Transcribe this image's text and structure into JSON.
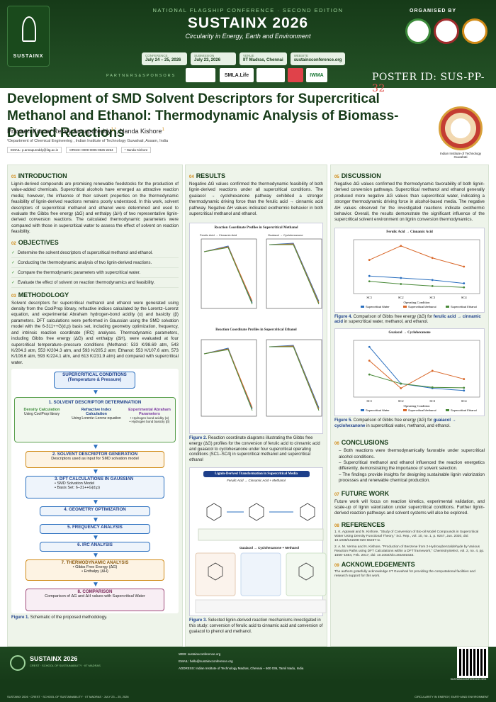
{
  "header": {
    "conference": "NATIONAL FLAGSHIP CONFERENCE · SECOND EDITION",
    "title": "SUSTAINX 2026",
    "subtitle": "Circularity in Energy, Earth and Environment",
    "logo_text": "SUSTAINX",
    "organised_by": "ORGANISED BY",
    "chips": [
      {
        "label": "CONFERENCE",
        "value": "July 24 – 25, 2026"
      },
      {
        "label": "SUBMISSION",
        "value": "July 23, 2026"
      },
      {
        "label": "VENUE",
        "value": "IIT Madras, Chennai"
      },
      {
        "label": "WEBSITE",
        "value": "sustainxconference.org"
      }
    ],
    "partners_label": "PARTNERS&SPONSORS",
    "partner_logos": [
      "SMLA.Life",
      "IWMA"
    ],
    "poster_id_label": "POSTER ID: SUS-PP-",
    "poster_id_num": "32"
  },
  "paper": {
    "title": "Development of SMD Solvent Descriptors for Supercritical Methanol and Ethanol: Thermodynamic Analysis of Biomass-Derived Reactions",
    "author1": "Praveen Kumar Reddy Annapureddy",
    "author1_sup": "1,*",
    "author_sep": ", ",
    "author2": "Nanda Kishore",
    "author2_sup": "1",
    "affiliation": "¹Department of Chemical Engineering , Indian Institute of Technology Guwahati, Assam, India",
    "email": "EMAIL: p.annapureddy@iitg.ac.in",
    "orcid": "ORCID: 0009-0005-0825-2264",
    "corr": "* Nanda Kishore",
    "inst": "Indian Institute of Technology Guwahati"
  },
  "intro": {
    "num": "01",
    "heading": "INTRODUCTION",
    "text": "Lignin-derived compounds are promising renewable feedstocks for the production of value-added chemicals. Supercritical alcohols have emerged as attractive reaction media; however, the influence of their solvent properties on the thermodynamic feasibility of lignin-derived reactions remains poorly understood. In this work, solvent descriptors of supercritical methanol and ethanol were determined and used to evaluate the Gibbs free energy (ΔG) and enthalpy (ΔH) of two representative lignin-derived conversion reactions. The calculated thermodynamic parameters were compared with those in supercritical water to assess the effect of solvent on reaction feasibility."
  },
  "objectives": {
    "num": "02",
    "heading": "OBJECTIVES",
    "items": [
      "Determine the solvent descriptors of supercritical methanol and ethanol.",
      "Conducting the thermodynamic analysis of two lignin-derived reactions.",
      "Compare the thermodynamic parameters with supercritical water.",
      "Evaluate the effect of solvent on reaction thermodynamics and feasibility."
    ]
  },
  "method": {
    "num": "03",
    "heading": "METHODOLOGY",
    "text": "Solvent descriptors for supercritical methanol and ethanol were generated using density from the CoolProp library, refractive indices calculated by the Lorentz–Lorenz equation, and experimental Abraham hydrogen-bond acidity (α) and basicity (β) parameters. DFT calculations were performed in Gaussian using the SMD solvation model with the 6-311++G(d,p) basis set, including geometry optimization, frequency, and intrinsic reaction coordinate (IRC) analyses. Thermodynamic parameters, including Gibbs free energy (ΔG) and enthalpy (ΔH), were evaluated at four supercritical temperature–pressure conditions (Methanol: 533 K/98.69 atm, 543 K/204.3 atm, 553 K/204.3 atm, and 593 K/205.2 atm; Ethanol: 553 K/107.6 atm, 573 K/108.6 atm, 593 K/224.1 atm, and 613 K/231.9 atm) and compared with supercritical water.",
    "flow": {
      "top": "SUPERCRITICAL CONDITIONS",
      "top2": "(Temperature & Pressure)",
      "s1": "1. SOLVENT DESCRIPTOR DETERMINATION",
      "b1h": "Density Calculation",
      "b1t": "Using CoolProp library",
      "b2h": "Refractive Index Calculation",
      "b2t": "Using Lorentz–Lorenz equation",
      "b3h": "Experimental Abraham Parameters",
      "b3a": "• Hydrogen bond acidity (α)",
      "b3b": "• Hydrogen bond basicity (β)",
      "s2": "2. SOLVENT DESCRIPTOR GENERATION",
      "s2t": "Descriptors used as input for SMD solvation model",
      "s3": "3. DFT CALCULATIONS IN GAUSSIAN",
      "s3a": "• SMD Solvation Model",
      "s3b": "• Basis Set: 6–31++G(d,p)",
      "s4": "4. GEOMETRY OPTIMIZATION",
      "s5": "5. FREQUENCY ANALYSIS",
      "s6": "6. IRC ANALYSIS",
      "s7": "7. THERMODYNAMIC ANALYSIS",
      "s7a": "• Gibbs Free Energy (ΔG)",
      "s7b": "• Enthalpy (ΔH)",
      "s8": "8. COMPARISON",
      "s8t": "Comparison of ΔG and ΔH values with Supercritical Water"
    },
    "fig_label": "Figure 1.",
    "fig_caption": " Schematic of the proposed methodology."
  },
  "results": {
    "num": "04",
    "heading": "RESULTS",
    "text": "Negative ΔG values confirmed the thermodynamic feasibility of both lignin-derived reactions under all supercritical conditions. The guaiacol → cyclohexanone pathway exhibited a stronger thermodynamic driving force than the ferulic acid → cinnamic acid pathway. Negative ΔH values indicated exothermic behavior in both supercritical methanol and ethanol.",
    "plot1_title": "Reaction Coordinate Profiles in Supercritical Methanol",
    "plot2_title": "Reaction Coordinate Profiles in Supercritical Ethanol",
    "pa": "Ferulic Acid → Cinnamic Acid",
    "pb": "Guaiacol → Cyclohexanone",
    "fig2_label": "Figure 2.",
    "fig2_caption": " Reaction coordinate diagrams illustrating the Gibbs free energy (ΔG) profiles for the conversion of ferulic acid to cinnamic acid and guaiacol to cyclohexanone under four supercritical operating conditions (SC1–SC4) in supercritical methanol and supercritical ethanol",
    "mech_title": "Lignin-Derived Transformation in Supercritical Media",
    "mech_sub": "Ferulic Acid → Cinnamic Acid + Methanol",
    "mech_mid": "Guaiacol → Cyclohexanone + Methanol",
    "fig3_label": "Figure 3.",
    "fig3_caption": " Selected lignin-derived reaction mechanisms investigated in this study: conversion of ferulic acid to cinnamic acid and conversion of guaiacol to phenol and methanol."
  },
  "discussion": {
    "num": "05",
    "heading": "DISCUSSION",
    "text": "Negative ΔG values confirmed the thermodynamic favorability of both lignin-derived conversion pathways. Supercritical methanol and ethanol generally produced more negative ΔG values than supercritical water, indicating a stronger thermodynamic driving force in alcohol-based media. The negative ΔH values observed for the investigated reactions indicate exothermic behavior. Overall, the results demonstrate the significant influence of the supercritical solvent environment on lignin conversion thermodynamics.",
    "c1_title": "Ferulic Acid → Cinnamic Acid",
    "c2_title": "Guaiacol → Cyclohexanone",
    "xlabel": "Operating Condition",
    "legend": [
      "Supercritical Water",
      "Supercritical Methanol",
      "Supercritical Ethanol"
    ],
    "fig4_label": "Figure 4.",
    "fig4_a": " Comparison of Gibbs free energy (ΔG) for ",
    "fig4_b": "ferulic acid → cinnamic acid",
    "fig4_c": " in supercritical water, methanol, and ethanol.",
    "fig5_label": "Figure 5.",
    "fig5_a": " Comparison of Gibbs free energy (ΔG) for ",
    "fig5_b": "guaiacol → cyclohexanone",
    "fig5_c": " in supercritical water, methanol, and ethanol."
  },
  "conclusions": {
    "num": "06",
    "heading": "CONCLUSIONS",
    "items": [
      "Both reactions were thermodynamically favorable under supercritical alcohol conditions.",
      "Supercritical methanol and ethanol influenced the reaction energetics differently, demonstrating the importance of solvent selection.",
      "The findings provide insights for designing sustainable lignin valorization processes and renewable chemical production."
    ]
  },
  "future": {
    "num": "07",
    "heading": "FUTURE WORK",
    "text": "Future work will focus on reaction kinetics, experimental validation, and scale-up of lignin valorization under supercritical conditions. Further lignin-derived reaction pathways and solvent systems will also be explored."
  },
  "refs": {
    "num": "08",
    "heading": "REFERENCES",
    "items": [
      "1. K. Agrawal and N. Kishore, \"Study of Conversion of Bio-oil Model Compounds in Supercritical Water Using Density Functional Theory,\" Sci. Rep., vol. 10, no. 1, p. 9247, Jun. 2020, doi: 10.1038/s41598-020-66237-w.",
      "2. A. M. Verma and N. Kishore, \"Production of Benzene from 2-Hydroxybenzaldehyde by Various Reaction Paths using DFT Calculations within a DFT framework,\" ChemistrySelect, vol. 2, no. 4, pp. 1556–1564, Feb. 2017, doi: 10.1002/slct.201601633."
    ]
  },
  "ack": {
    "num": "09",
    "heading": "ACKNOWLEDGEMENTS",
    "text": "The authors gratefully acknowledge IIT Guwahati for providing the computational facilities and research support for this work."
  },
  "footer": {
    "brand": "SUSTAINX 2026",
    "brand_sub": "CREST · SCHOOL OF SUSTAINABILITY · IIT MADRAS",
    "web": "WEB: sustainxconference.org",
    "email": "EMAIL: hello@sustainxconference.org",
    "address": "ADDRESS: Indian Institute of Technology Madras, Chennai – 600 036, Tamil Nadu, India",
    "bottom_left": "SUSTAINX 2026 · CREST · SCHOOL OF SUSTAINABILITY · IIT MADRAS · JULY 23 – 25, 2026",
    "bottom_right": "CIRCULARITY IN ENERGY, EARTH AND ENVIRONMENT",
    "qr_label": "SUSTAINXCONFERENCE.ORG"
  },
  "colors": {
    "brand_green": "#163a18",
    "accent_orange": "#d08a16",
    "title_green": "#163a18",
    "water": "#2a6fbf",
    "methanol": "#d9682a",
    "ethanol": "#4a8a3a"
  },
  "chart_data": [
    {
      "type": "line",
      "title": "Ferulic Acid → Cinnamic Acid",
      "xlabel": "Operating Condition",
      "categories": [
        "SC1",
        "SC2",
        "SC3",
        "SC4"
      ],
      "series": [
        {
          "name": "Supercritical Water",
          "values": [
            -32.9,
            -33.2,
            -33.5,
            -34
          ]
        },
        {
          "name": "Supercritical Methanol",
          "values": [
            -30.5,
            -28.4,
            -30.2,
            -31.5
          ]
        },
        {
          "name": "Supercritical Ethanol",
          "values": [
            -33.7,
            -34.1,
            -34.4,
            -34.6
          ]
        }
      ]
    },
    {
      "type": "line",
      "title": "Guaiacol → Cyclohexanone",
      "xlabel": "Operating Condition",
      "categories": [
        "SC1",
        "SC2",
        "SC3",
        "SC4"
      ],
      "series": [
        {
          "name": "Supercritical Water",
          "values": [
            -68,
            -76,
            -77,
            -77.5
          ]
        },
        {
          "name": "Supercritical Methanol",
          "values": [
            -71,
            -77,
            -73.2,
            -75
          ]
        },
        {
          "name": "Supercritical Ethanol",
          "values": [
            -74,
            -76,
            -76.8,
            -76.9
          ]
        }
      ]
    }
  ]
}
